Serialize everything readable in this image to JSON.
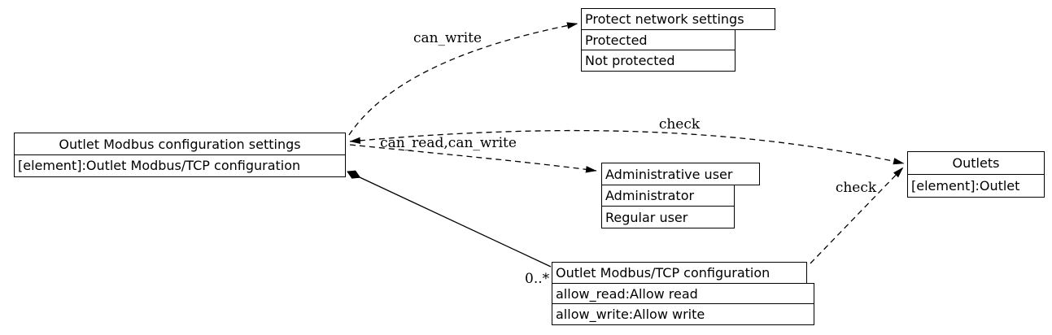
{
  "diagram": {
    "nodes": {
      "outlet_modbus_settings": {
        "title": "Outlet Modbus configuration settings",
        "rows": [
          "[element]:Outlet Modbus/TCP configuration"
        ]
      },
      "protect_network": {
        "title": "Protect network settings",
        "rows": [
          "Protected",
          "Not protected"
        ]
      },
      "admin_user": {
        "title": "Administrative user",
        "rows": [
          "Administrator",
          "Regular user"
        ]
      },
      "outlets": {
        "title": "Outlets",
        "rows": [
          "[element]:Outlet"
        ]
      },
      "outlet_modbus_tcp": {
        "title": "Outlet Modbus/TCP configuration",
        "rows": [
          "allow_read:Allow read",
          "allow_write:Allow write"
        ]
      }
    },
    "edge_labels": {
      "can_write": "can_write",
      "check_top": "check",
      "can_read_can_write": "can_read,can_write",
      "check_bottom": "check",
      "multiplicity": "0..*"
    },
    "colors": {
      "line": "#000000",
      "box_background": "#ffffff",
      "text": "#000000",
      "page_background": "#ffffff"
    }
  }
}
